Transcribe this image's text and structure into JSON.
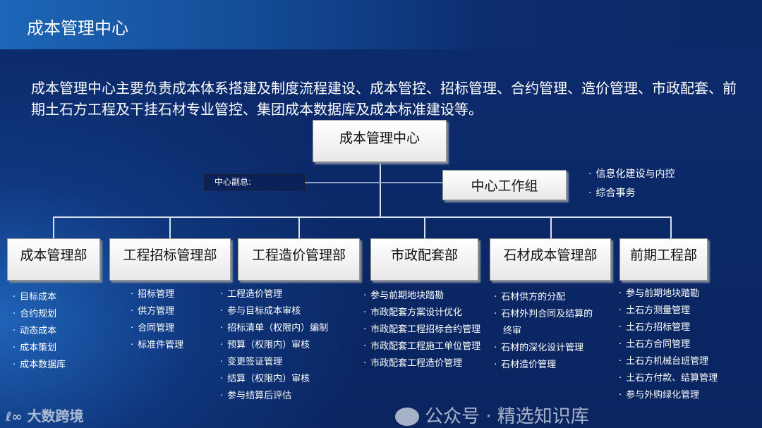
{
  "title": "成本管理中心",
  "intro": "成本管理中心主要负责成本体系搭建及制度流程建设、成本管控、招标管理、合约管理、造价管理、市政配套、前期土石方工程及干挂石材专业管控、集团成本数据库及成本标准建设等。",
  "org": {
    "root": "成本管理中心",
    "deputy": "中心副总:",
    "workgroup": "中心工作组",
    "workgroup_items": [
      "信息化建设与内控",
      "综合事务"
    ],
    "departments": [
      {
        "name": "成本管理部",
        "items": [
          "目标成本",
          "合约规划",
          "动态成本",
          "成本策划",
          "成本数据库"
        ]
      },
      {
        "name": "工程招标管理部",
        "items": [
          "招标管理",
          "供方管理",
          "合同管理",
          "标准件管理"
        ]
      },
      {
        "name": "工程造价管理部",
        "items": [
          "工程造价管理",
          "参与目标成本审核",
          "招标清单（权限内）编制",
          "预算（权限内）审核",
          "变更签证管理",
          "结算（权限内）审核",
          "参与结算后评估"
        ]
      },
      {
        "name": "市政配套部",
        "items": [
          "参与前期地块踏勘",
          "市政配套方案设计优化",
          "市政配套工程招标合约管理",
          "市政配套工程施工单位管理",
          "市政配套工程造价管理"
        ]
      },
      {
        "name": "石材成本管理部",
        "items": [
          "石材供方的分配",
          "石材外判合同及结算的",
          "终审",
          "石材的深化设计管理",
          "石材造价管理"
        ]
      },
      {
        "name": "前期工程部",
        "items": [
          "参与前期地块踏勘",
          "土石方测量管理",
          "土石方招标管理",
          "土石方合同管理",
          "土石方机械台班管理",
          "土石方付款、结算管理",
          "参与外购绿化管理"
        ]
      }
    ]
  },
  "watermarks": {
    "logo": "大数跨境",
    "wechat": "公众号 · 精选知识库"
  }
}
